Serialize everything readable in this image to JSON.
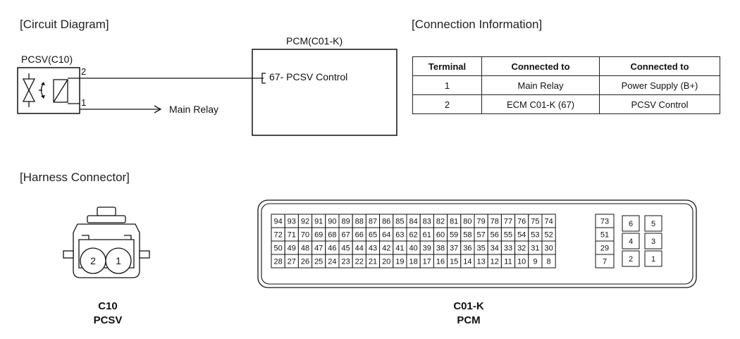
{
  "sections": {
    "circuit": "[Circuit Diagram]",
    "connection": "[Connection Information]",
    "harness": "[Harness Connector]"
  },
  "circuit": {
    "pcsv_label": "PCSV(C10)",
    "pcm_label": "PCM(C01-K)",
    "pcm_pin": "67- PCSV Control",
    "pin_2": "2",
    "pin_1": "1",
    "main_relay": "Main Relay"
  },
  "connection_table": {
    "headers": [
      "Terminal",
      "Connected to",
      "Connected to"
    ],
    "rows": [
      [
        "1",
        "Main Relay",
        "Power Supply (B+)"
      ],
      [
        "2",
        "ECM C01-K (67)",
        "PCSV Control"
      ]
    ]
  },
  "c10_connector": {
    "pins": [
      "2",
      "1"
    ],
    "caption_code": "C10",
    "caption_name": "PCSV"
  },
  "c01k_connector": {
    "main_rows": [
      [
        "94",
        "93",
        "92",
        "91",
        "90",
        "89",
        "88",
        "87",
        "86",
        "85",
        "84",
        "83",
        "82",
        "81",
        "80",
        "79",
        "78",
        "77",
        "76",
        "75",
        "74"
      ],
      [
        "72",
        "71",
        "70",
        "69",
        "68",
        "67",
        "66",
        "65",
        "64",
        "63",
        "62",
        "61",
        "60",
        "59",
        "58",
        "57",
        "56",
        "55",
        "54",
        "53",
        "52"
      ],
      [
        "50",
        "49",
        "48",
        "47",
        "46",
        "45",
        "44",
        "43",
        "42",
        "41",
        "40",
        "39",
        "38",
        "37",
        "36",
        "35",
        "34",
        "33",
        "32",
        "31",
        "30"
      ],
      [
        "28",
        "27",
        "26",
        "25",
        "24",
        "23",
        "22",
        "21",
        "20",
        "19",
        "18",
        "17",
        "16",
        "15",
        "14",
        "13",
        "12",
        "11",
        "10",
        "9",
        "8"
      ]
    ],
    "mid_column": [
      "73",
      "51",
      "29",
      "7"
    ],
    "side_block": [
      [
        "6",
        "5"
      ],
      [
        "4",
        "3"
      ],
      [
        "2",
        "1"
      ]
    ],
    "caption_code": "C01-K",
    "caption_name": "PCM"
  }
}
